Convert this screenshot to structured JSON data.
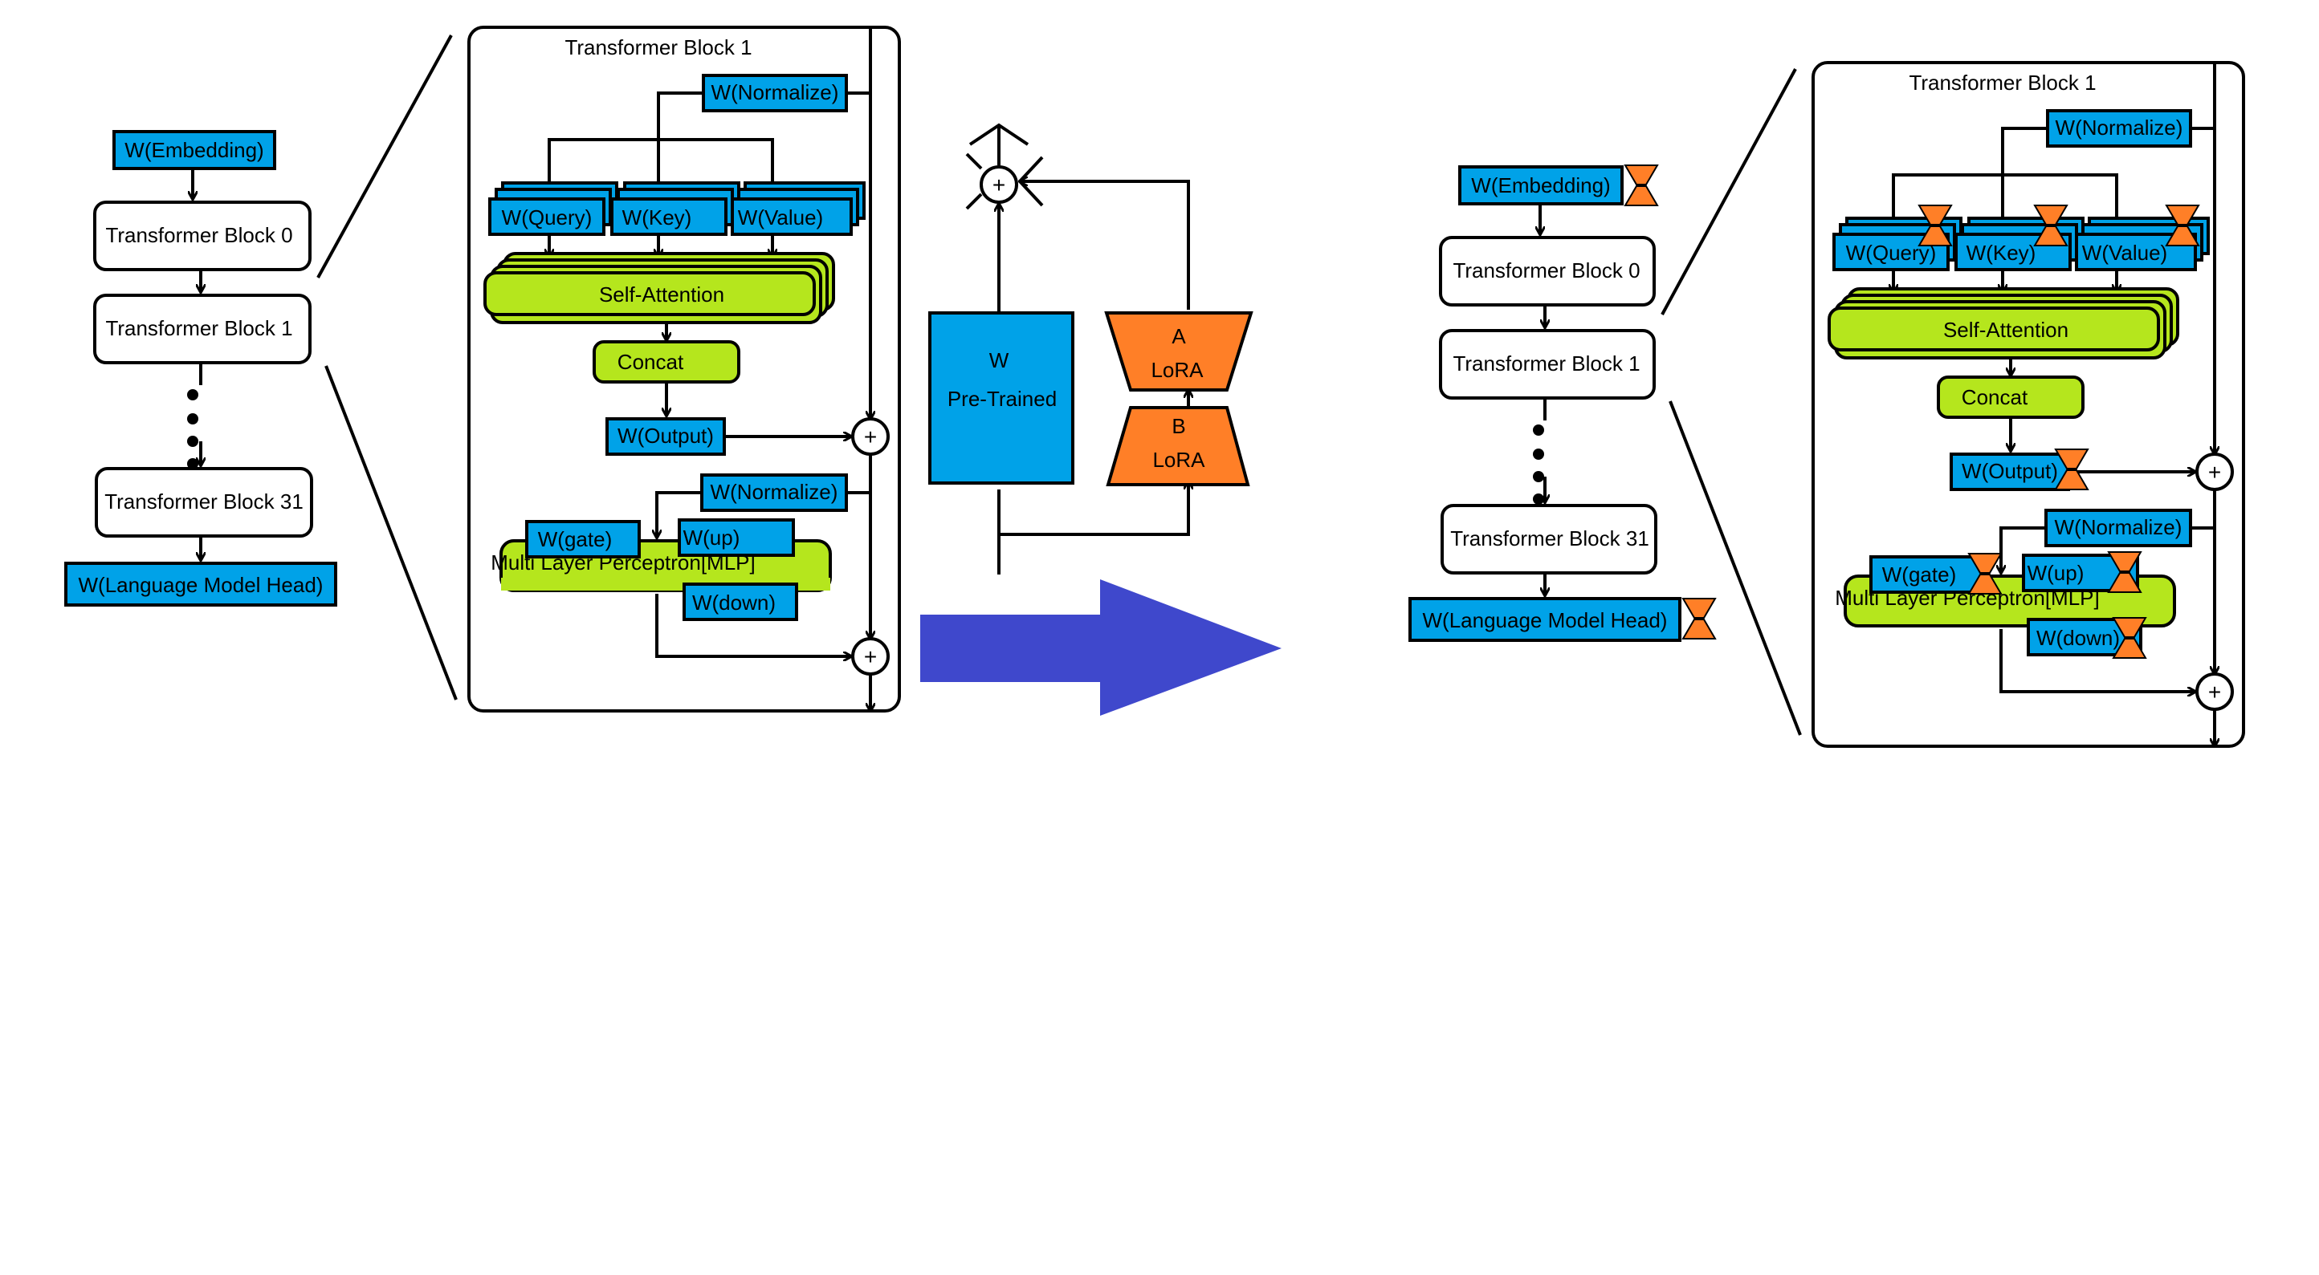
{
  "colors": {
    "weight_fill": "#00a2e8",
    "block_fill": "#ffffff",
    "op_fill": "#b5e61d",
    "lora_fill": "#ff7f27",
    "arrow_fill": "#3f48cc",
    "stroke": "#000000"
  },
  "left_stack": {
    "embedding": "W(Embedding)",
    "block0": "Transformer Block 0",
    "block1": "Transformer Block 1",
    "block31": "Transformer Block 31",
    "head": "W(Language Model Head)"
  },
  "detail": {
    "title": "Transformer Block 1",
    "normalize": "W(Normalize)",
    "query": "W(Query)",
    "key": "W(Key)",
    "value": "W(Value)",
    "attention": "Self-Attention",
    "concat": "Concat",
    "output": "W(Output)",
    "normalize2": "W(Normalize)",
    "gate": "W(gate)",
    "up": "W(up)",
    "mlp": "Multi Layer Perceptron[MLP]",
    "down": "W(down)",
    "plus": "+"
  },
  "lora_diagram": {
    "pretrained_line1": "W",
    "pretrained_line2": "Pre-Trained",
    "a_line1": "A",
    "a_line2": "LoRA",
    "b_line1": "B",
    "b_line2": "LoRA",
    "plus": "+"
  }
}
